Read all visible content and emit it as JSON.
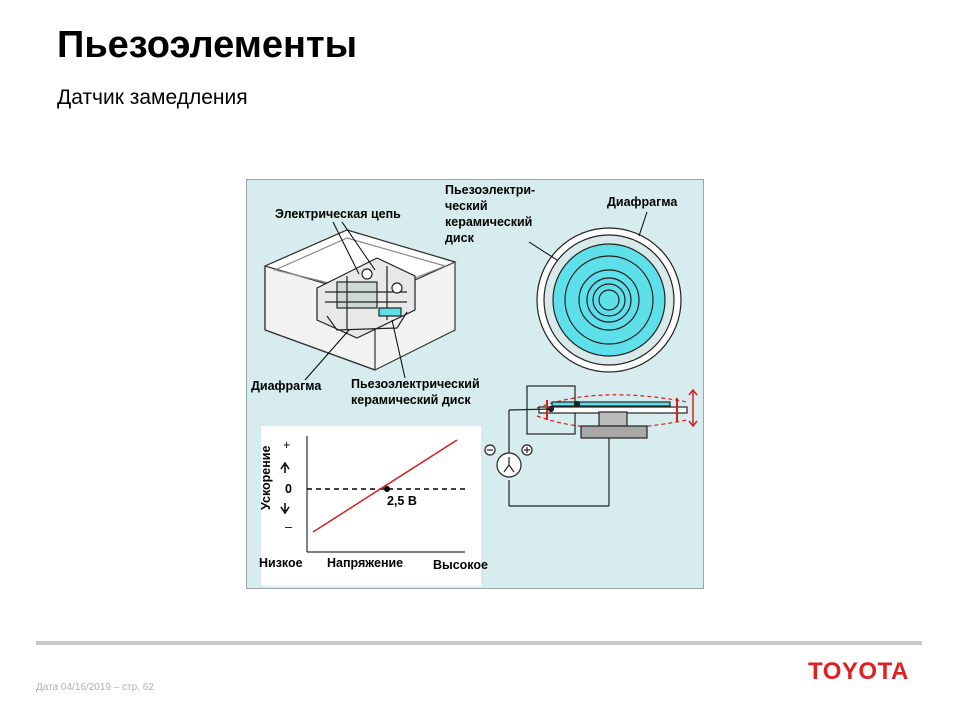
{
  "header": {
    "title": "Пьезоэлементы",
    "subtitle": "Датчик замедления"
  },
  "diagram": {
    "labels": {
      "electric_circuit": "Электрическая цепь",
      "piezo_disc_top": "Пьезоэлектри-\nческий\nкерамический\nдиск",
      "diaphragm_right": "Диафрагма",
      "diaphragm_left": "Диафрагма",
      "piezo_disc_bottom": "Пьезоэлектрический\nкерамический диск"
    },
    "graph": {
      "y_label": "Ускорение",
      "plus": "+",
      "minus": "–",
      "zero": "0",
      "point_label": "2,5 В",
      "x_low": "Низкое",
      "x_label": "Напряжение",
      "x_high": "Высокое"
    },
    "colors": {
      "background": "#d6ecee",
      "disc": "#5ee0ea",
      "line": "#d42020"
    }
  },
  "footer": {
    "date_page": "Дата 04/16/2019 – стр.  62",
    "logo": "TOYOTA"
  }
}
